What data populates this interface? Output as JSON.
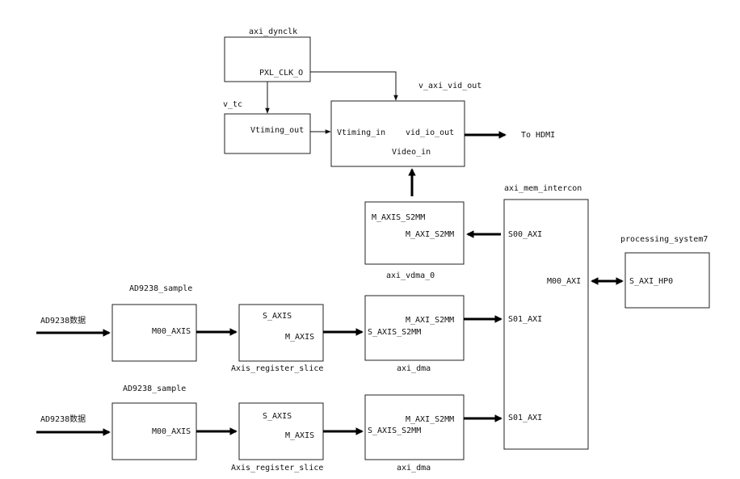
{
  "blocks": {
    "axi_dynclk": {
      "title": "axi_dynclk",
      "port_out": "PXL_CLK_O"
    },
    "v_tc": {
      "title": "v_tc",
      "port_out": "Vtiming_out"
    },
    "v_axi_vid_out": {
      "title": "v_axi_vid_out",
      "port_vtiming_in": "Vtiming_in",
      "port_vid_io_out": "vid_io_out",
      "port_video_in": "Video_in"
    },
    "hdmi_label": "To HDMI",
    "axi_vdma_0": {
      "title": "axi_vdma_0",
      "port_m_axis_s2mm": "M_AXIS_S2MM",
      "port_m_axi_s2mm": "M_AXI_S2MM"
    },
    "axi_mem_intercon": {
      "title": "axi_mem_intercon",
      "port_s00": "S00_AXI",
      "port_m00": "M00_AXI",
      "port_s01_a": "S01_AXI",
      "port_s01_b": "S01_AXI"
    },
    "processing_system7": {
      "title": "processing_system7",
      "port_s_axi_hp0": "S_AXI_HP0"
    },
    "row1": {
      "input_label": "AD9238数据",
      "sample": {
        "title": "AD9238_sample",
        "port_out": "M00_AXIS"
      },
      "slice": {
        "title": "Axis_register_slice",
        "port_s": "S_AXIS",
        "port_m": "M_AXIS"
      },
      "dma": {
        "title": "axi_dma",
        "port_m_axi": "M_AXI_S2MM",
        "port_s_axis": "S_AXIS_S2MM"
      }
    },
    "row2": {
      "input_label": "AD9238数据",
      "sample": {
        "title": "AD9238_sample",
        "port_out": "M00_AXIS"
      },
      "slice": {
        "title": "Axis_register_slice",
        "port_s": "S_AXIS",
        "port_m": "M_AXIS"
      },
      "dma": {
        "title": "axi_dma",
        "port_m_axi": "M_AXI_S2MM",
        "port_s_axis": "S_AXIS_S2MM"
      }
    }
  }
}
